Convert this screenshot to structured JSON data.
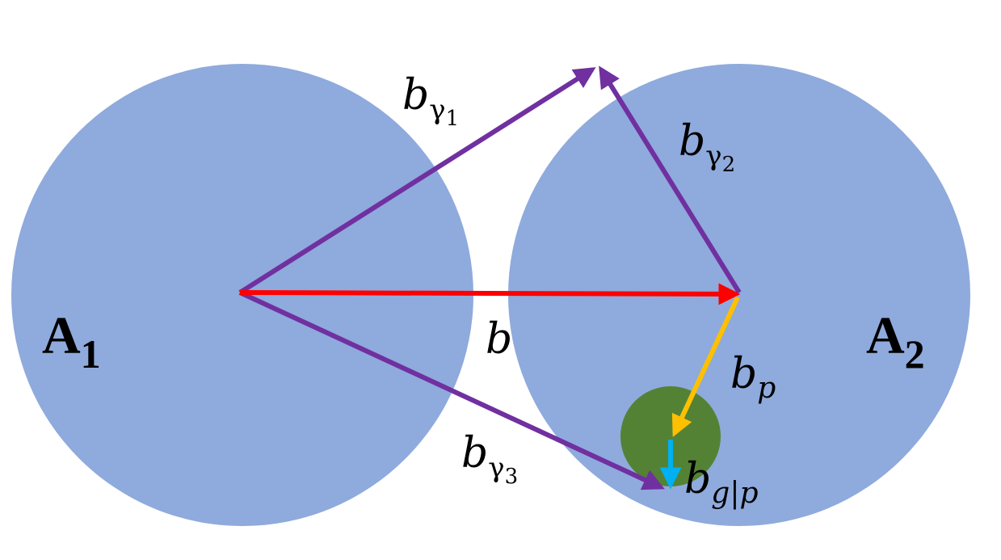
{
  "nuclei": [
    {
      "id": "A1",
      "label": "A",
      "sub": "1"
    },
    {
      "id": "A2",
      "label": "A",
      "sub": "2"
    }
  ],
  "vectors": {
    "b": {
      "base": "b",
      "sub": "",
      "color": "#ff0000"
    },
    "b_gamma1": {
      "base": "b",
      "sub_greek": "γ",
      "sub_num": "1",
      "color": "#7030a0"
    },
    "b_gamma2": {
      "base": "b",
      "sub_greek": "γ",
      "sub_num": "2",
      "color": "#7030a0"
    },
    "b_gamma3": {
      "base": "b",
      "sub_greek": "γ",
      "sub_num": "3",
      "color": "#7030a0"
    },
    "b_p": {
      "base": "b",
      "sub": "p",
      "color": "#ffc000"
    },
    "b_gp": {
      "base": "b",
      "sub": "g|p",
      "color": "#00b0f0"
    }
  },
  "colors": {
    "nucleus_fill": "#8faadc",
    "subcluster_fill": "#548235"
  }
}
